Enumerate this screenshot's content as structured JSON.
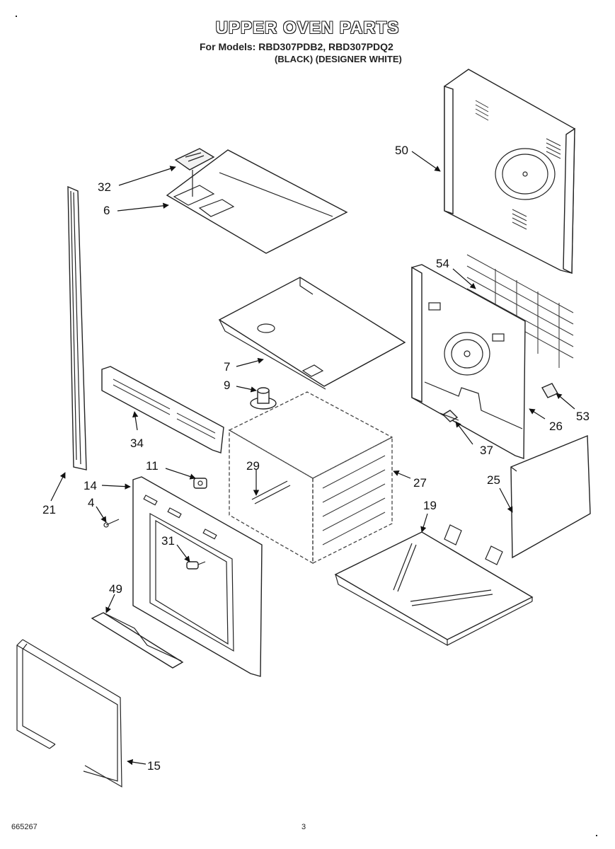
{
  "header": {
    "title": "UPPER OVEN PARTS",
    "models_line": "For Models: RBD307PDB2, RBD307PDQ2",
    "colors_line": "(BLACK)  (DESIGNER WHITE)"
  },
  "footer": {
    "doc_number": "665267",
    "page_number": "3"
  },
  "callouts": {
    "c50": "50",
    "c32": "32",
    "c6": "6",
    "c54": "54",
    "c7": "7",
    "c9": "9",
    "c53": "53",
    "c26": "26",
    "c34": "34",
    "c37": "37",
    "c11": "11",
    "c29": "29",
    "c27": "27",
    "c25": "25",
    "c14": "14",
    "c4": "4",
    "c21": "21",
    "c19": "19",
    "c31": "31",
    "c49": "49",
    "c15": "15"
  }
}
